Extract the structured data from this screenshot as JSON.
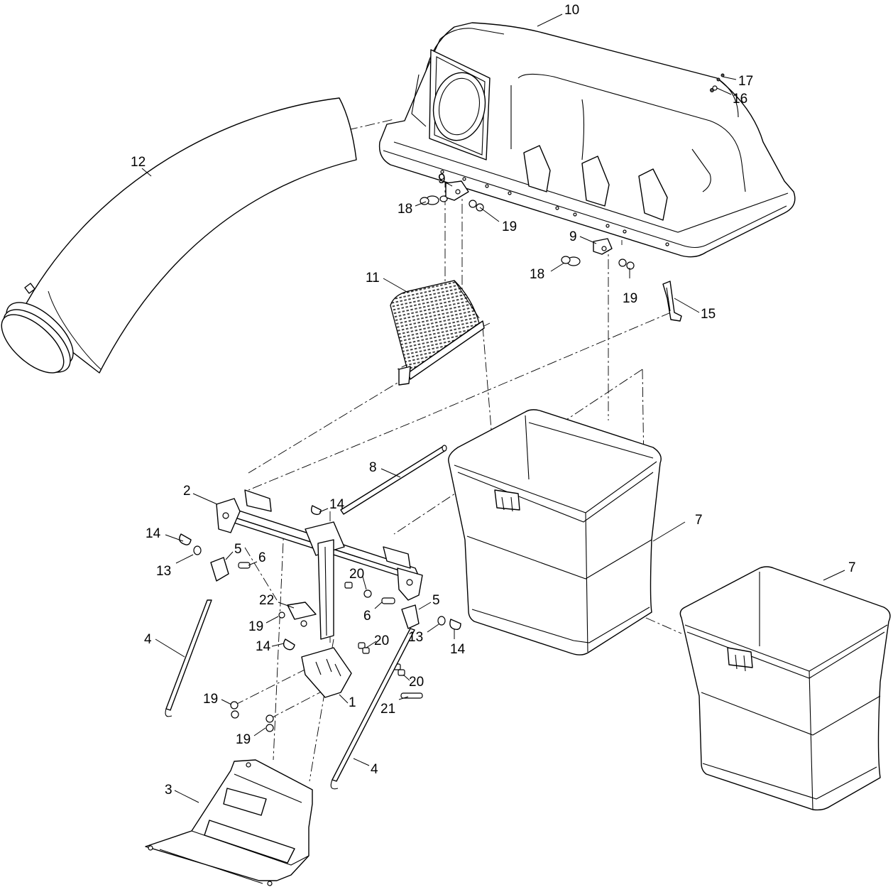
{
  "callouts": [
    {
      "id": "c10",
      "label": "10"
    },
    {
      "id": "c17",
      "label": "17"
    },
    {
      "id": "c16",
      "label": "16"
    },
    {
      "id": "c12",
      "label": "12"
    },
    {
      "id": "c9a",
      "label": "9"
    },
    {
      "id": "c18a",
      "label": "18"
    },
    {
      "id": "c19a",
      "label": "19"
    },
    {
      "id": "c9b",
      "label": "9"
    },
    {
      "id": "c18b",
      "label": "18"
    },
    {
      "id": "c19b",
      "label": "19"
    },
    {
      "id": "c11",
      "label": "11"
    },
    {
      "id": "c15",
      "label": "15"
    },
    {
      "id": "c8",
      "label": "8"
    },
    {
      "id": "c2",
      "label": "2"
    },
    {
      "id": "c14a",
      "label": "14"
    },
    {
      "id": "c14b",
      "label": "14"
    },
    {
      "id": "c13a",
      "label": "13"
    },
    {
      "id": "c5a",
      "label": "5"
    },
    {
      "id": "c6a",
      "label": "6"
    },
    {
      "id": "c7a",
      "label": "7"
    },
    {
      "id": "c7b",
      "label": "7"
    },
    {
      "id": "c20a",
      "label": "20"
    },
    {
      "id": "c22",
      "label": "22"
    },
    {
      "id": "c6b",
      "label": "6"
    },
    {
      "id": "c5b",
      "label": "5"
    },
    {
      "id": "c19c",
      "label": "19"
    },
    {
      "id": "c13b",
      "label": "13"
    },
    {
      "id": "c4a",
      "label": "4"
    },
    {
      "id": "c14c",
      "label": "14"
    },
    {
      "id": "c20b",
      "label": "20"
    },
    {
      "id": "c14d",
      "label": "14"
    },
    {
      "id": "c20c",
      "label": "20"
    },
    {
      "id": "c19d",
      "label": "19"
    },
    {
      "id": "c1",
      "label": "1"
    },
    {
      "id": "c21",
      "label": "21"
    },
    {
      "id": "c19e",
      "label": "19"
    },
    {
      "id": "c4b",
      "label": "4"
    },
    {
      "id": "c3",
      "label": "3"
    }
  ]
}
